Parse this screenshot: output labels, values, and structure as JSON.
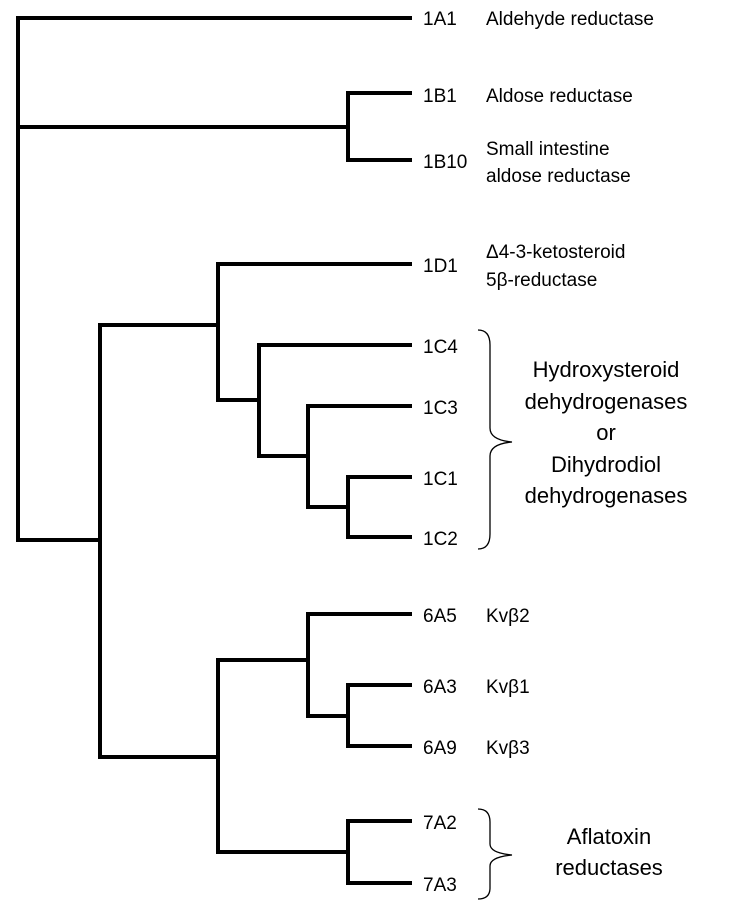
{
  "leaves": [
    {
      "code": "1A1",
      "description": [
        "Aldehyde reductase"
      ]
    },
    {
      "code": "1B1",
      "description": [
        "Aldose reductase"
      ]
    },
    {
      "code": "1B10",
      "description": [
        "Small intestine",
        "aldose reductase"
      ]
    },
    {
      "code": "1D1",
      "description": [
        "Δ4-3-ketosteroid",
        "5β-reductase"
      ]
    },
    {
      "code": "1C4",
      "description": []
    },
    {
      "code": "1C3",
      "description": []
    },
    {
      "code": "1C1",
      "description": []
    },
    {
      "code": "1C2",
      "description": []
    },
    {
      "code": "6A5",
      "description": [
        "Kvβ2"
      ]
    },
    {
      "code": "6A3",
      "description": [
        "Kvβ1"
      ]
    },
    {
      "code": "6A9",
      "description": [
        "Kvβ3"
      ]
    },
    {
      "code": "7A2",
      "description": []
    },
    {
      "code": "7A3",
      "description": []
    }
  ],
  "groups": [
    {
      "members": [
        "1C4",
        "1C3",
        "1C1",
        "1C2"
      ],
      "label": [
        "Hydroxysteroid",
        "dehydrogenases",
        "or",
        "Dihydrodiol",
        "dehydrogenases"
      ]
    },
    {
      "members": [
        "7A2",
        "7A3"
      ],
      "label": [
        "Aflatoxin",
        "reductases"
      ]
    }
  ]
}
